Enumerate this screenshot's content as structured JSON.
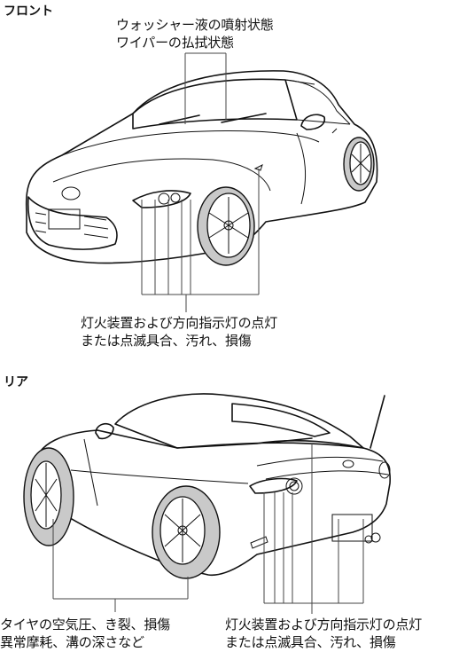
{
  "front": {
    "label": "フロント",
    "top_caption": [
      "ウォッシャー液の噴射状態",
      "ワイパーの払拭状態"
    ],
    "bottom_caption": [
      "灯火装置および方向指示灯の点灯",
      "または点滅具合、汚れ、損傷"
    ]
  },
  "rear": {
    "label": "リア",
    "left_caption": [
      "タイヤの空気圧、き裂、損傷",
      "異常摩耗、溝の深さなど"
    ],
    "right_caption": [
      "灯火装置および方向指示灯の点灯",
      "または点滅具合、汚れ、損傷"
    ]
  }
}
